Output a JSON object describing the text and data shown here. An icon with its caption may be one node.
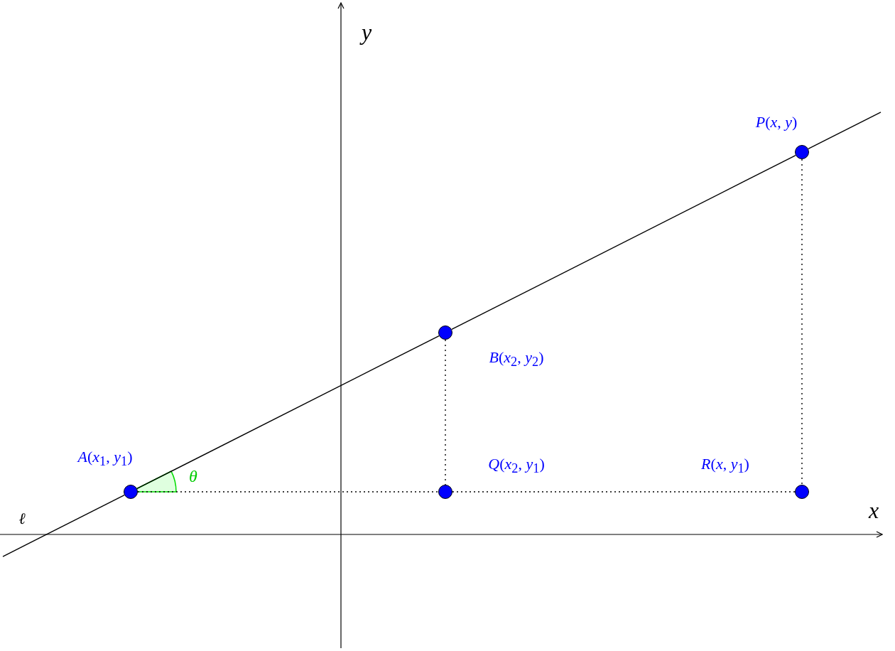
{
  "diagram": {
    "nodes": [
      {
        "text": [
          "*P*(*x*, *y*)"
        ]
      },
      {
        "text": [
          "*B*(*x*$_{2}$, *y*$_{2}$)"
        ]
      },
      {
        "text": [
          "*A*(*x*$_{1}$, *y*$_{1}$)"
        ]
      },
      {
        "text": [
          "*Q*(*x*$_{2}$, *y*$_{1}$)"
        ]
      },
      {
        "text": [
          "*R*(*x*, *y*$_{1}$)"
        ]
      }
    ],
    "edges": [
      {
        "from": null,
        "to": 2,
        "arrow": "none"
      },
      {
        "from": 2,
        "to": 1,
        "arrow": "none"
      },
      {
        "from": 1,
        "to": 0,
        "arrow": "none"
      },
      {
        "from": 0,
        "to": null,
        "arrow": "none"
      },
      {
        "from": 2,
        "to": 3,
        "arrow": "none",
        "style": "dashed"
      },
      {
        "from": 3,
        "to": 4,
        "arrow": "none",
        "style": "dashed"
      },
      {
        "from": 1,
        "to": 3,
        "arrow": "none",
        "style": "dashed"
      },
      {
        "from": 0,
        "to": 4,
        "arrow": "none",
        "style": "dashed"
      }
    ],
    "labels": [
      "*y*",
      "*x*",
      "ℓ",
      "θ"
    ]
  }
}
